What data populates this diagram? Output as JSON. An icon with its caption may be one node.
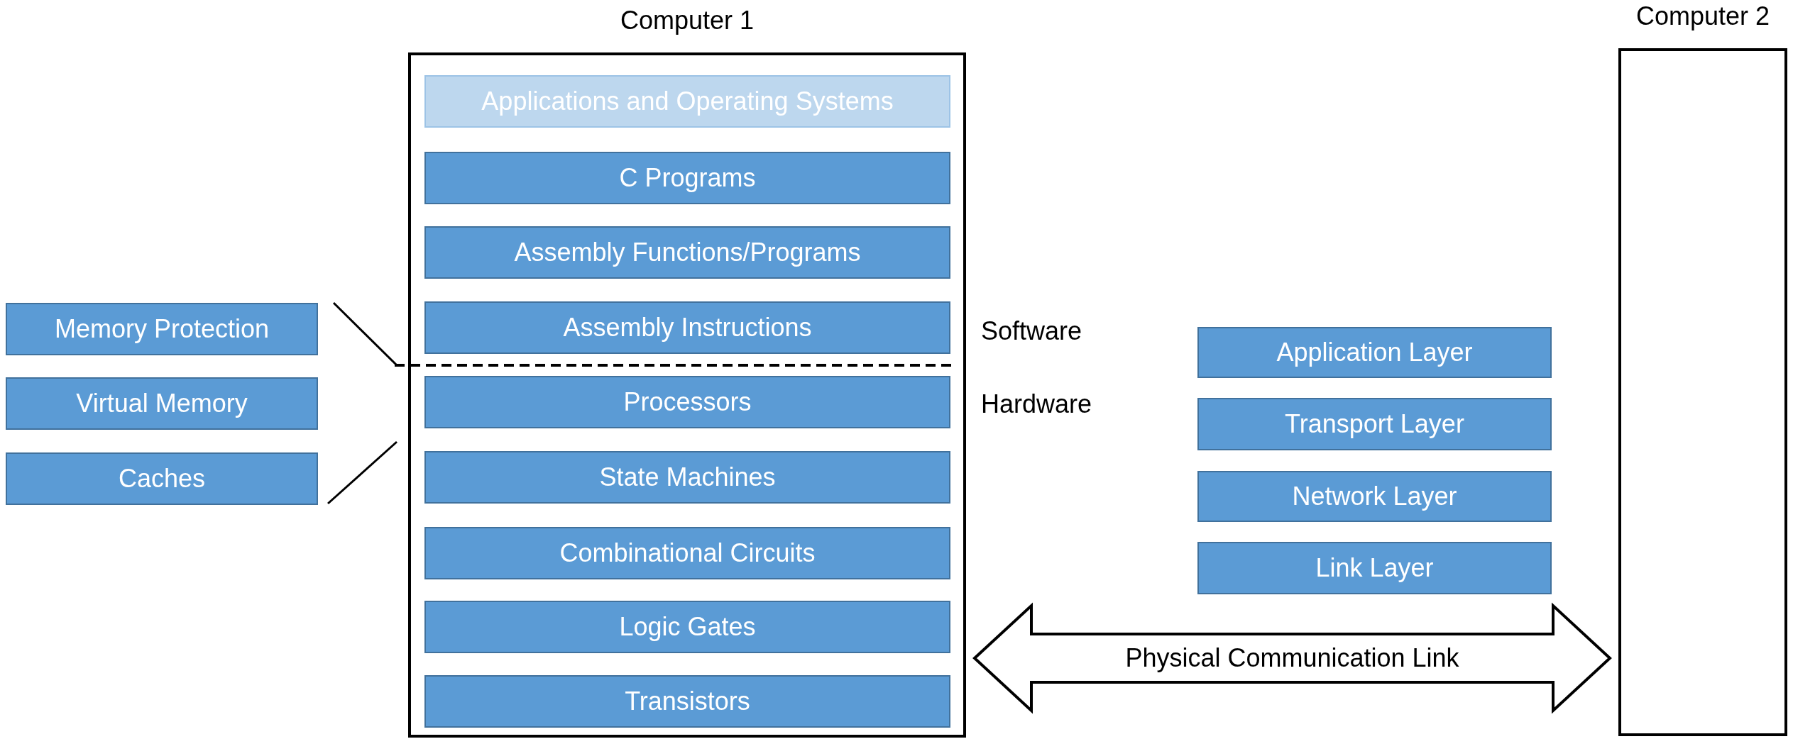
{
  "diagram": {
    "nodes": [
      {
        "text": [
          "Computer 1"
        ]
      },
      {
        "text": [
          "Applications and Operating Systems"
        ],
        "in": 0
      },
      {
        "text": [
          "C Programs"
        ],
        "in": 0
      },
      {
        "text": [
          "Assembly Functions/Programs"
        ],
        "in": 0
      },
      {
        "text": [
          "Assembly Instructions"
        ],
        "in": 0
      },
      {
        "text": [
          "Processors"
        ],
        "in": 0
      },
      {
        "text": [
          "State Machines"
        ],
        "in": 0
      },
      {
        "text": [
          "Combinational Circuits"
        ],
        "in": 0
      },
      {
        "text": [
          "Logic Gates"
        ],
        "in": 0
      },
      {
        "text": [
          "Transistors"
        ],
        "in": 0
      },
      {
        "text": [
          "Computer 2"
        ]
      },
      {
        "text": [
          "Memory Protection"
        ]
      },
      {
        "text": [
          "Virtual Memory"
        ]
      },
      {
        "text": [
          "Caches"
        ]
      },
      {
        "text": [
          "Application Layer"
        ]
      },
      {
        "text": [
          "Transport Layer"
        ]
      },
      {
        "text": [
          "Network Layer"
        ]
      },
      {
        "text": [
          "Link Layer"
        ]
      }
    ],
    "edges": [
      {
        "from": 0,
        "to": 10,
        "arrow": "both",
        "label": "Physical Communication Link",
        "style": "thick"
      }
    ],
    "labels": [
      "Software",
      "Hardware"
    ]
  }
}
